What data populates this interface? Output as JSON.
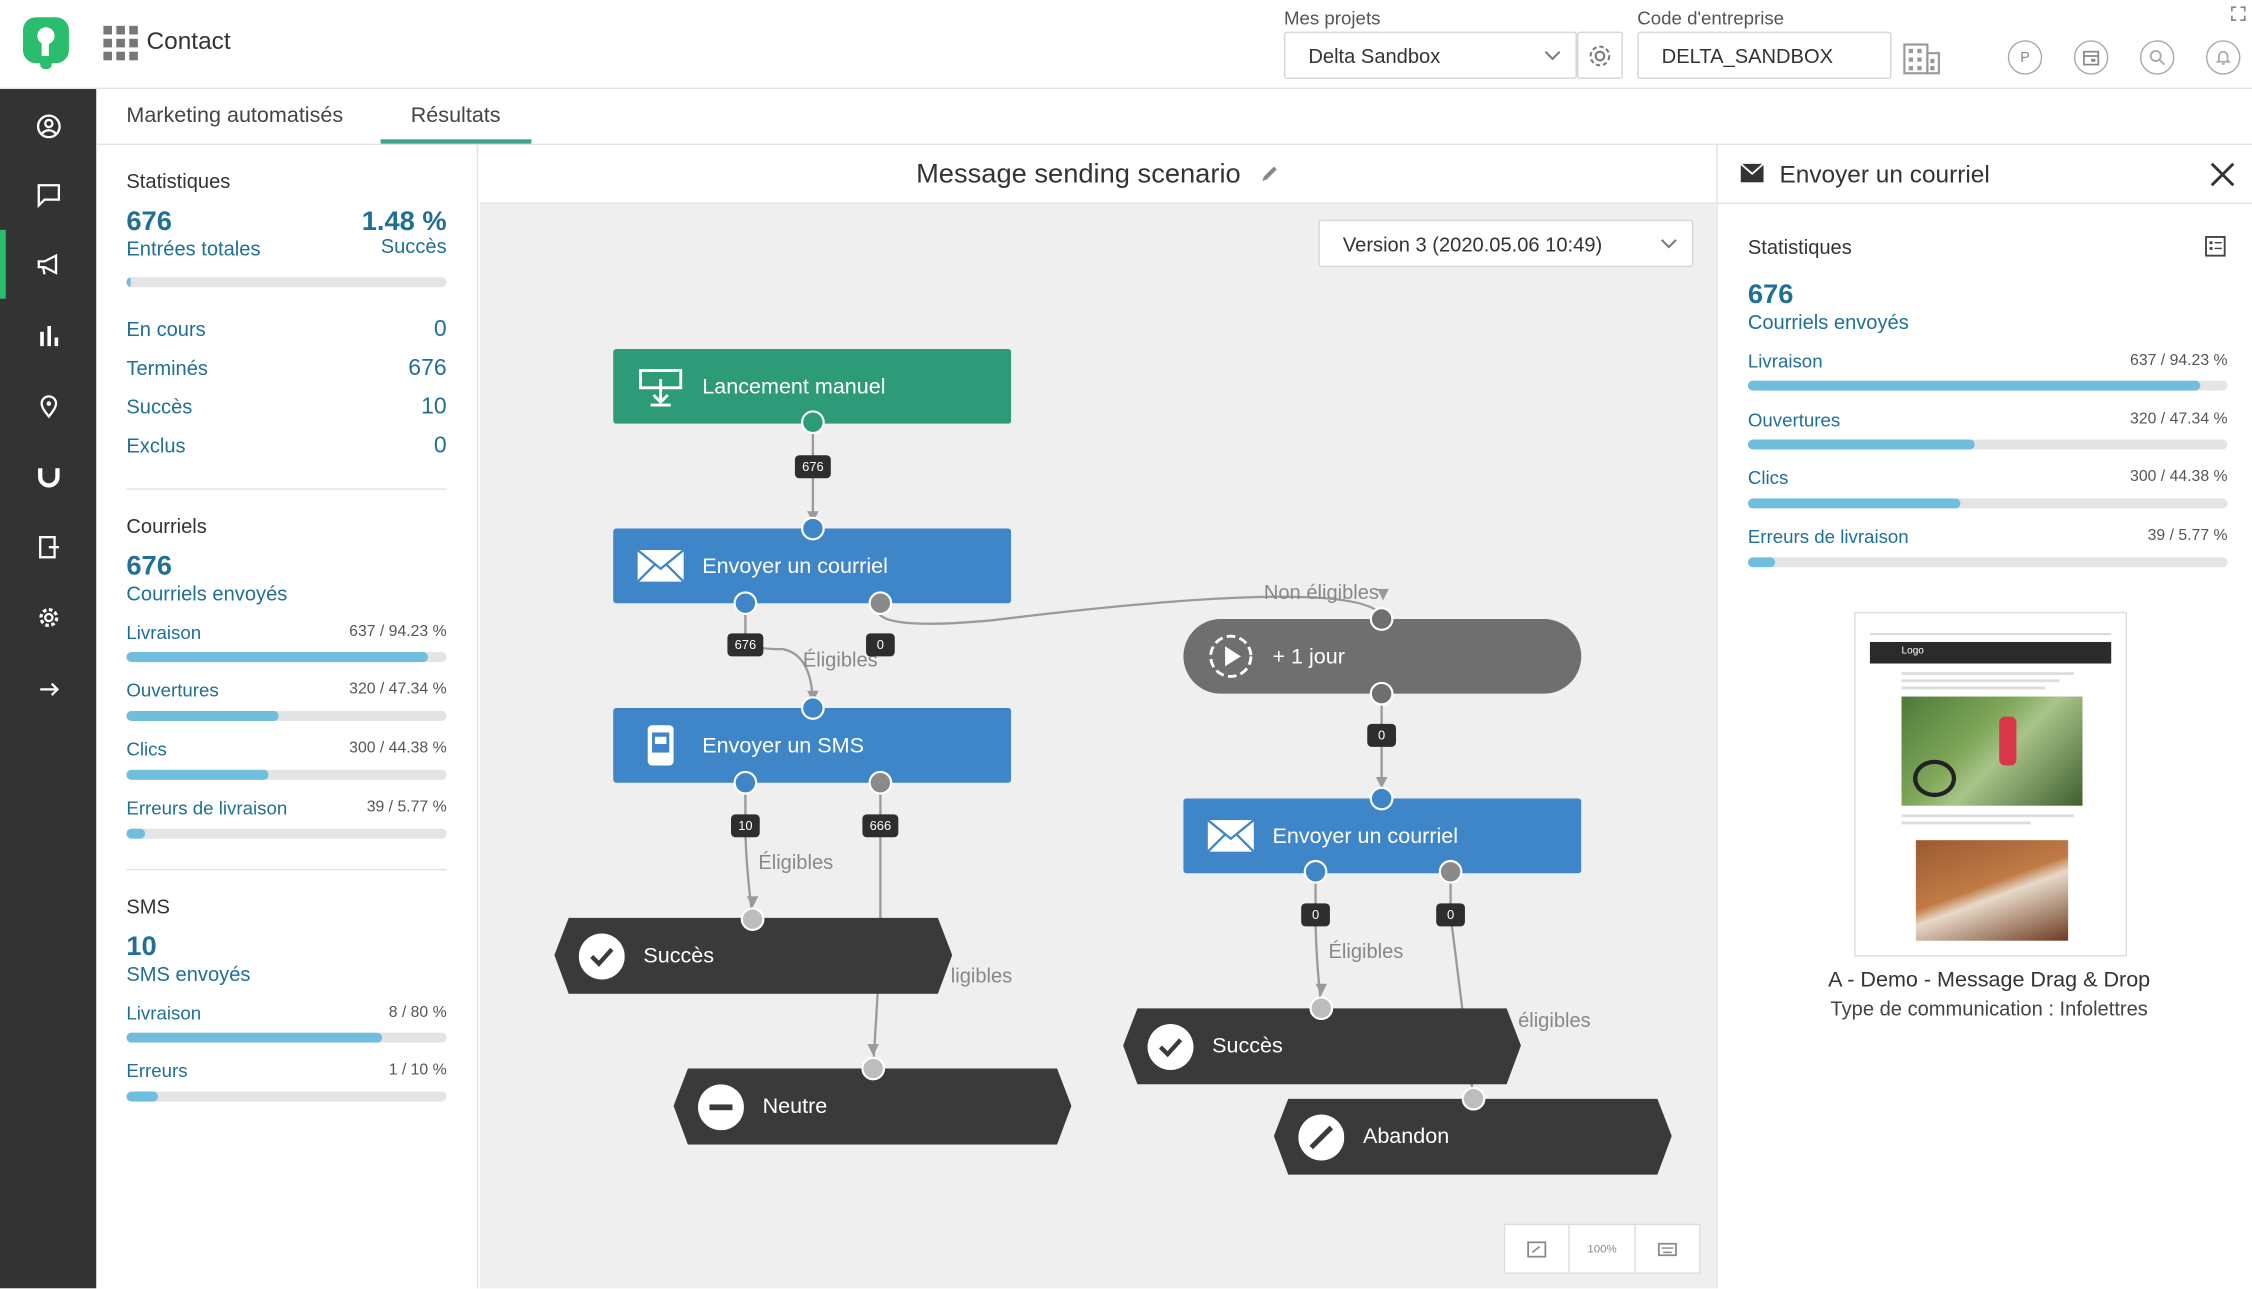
{
  "header": {
    "app_title": "Contact",
    "projects_label": "Mes projets",
    "project_value": "Delta Sandbox",
    "company_label": "Code d'entreprise",
    "company_value": "DELTA_SANDBOX",
    "profile_initial": "P"
  },
  "tabs": [
    {
      "label": "Marketing automatisés"
    },
    {
      "label": "Résultats"
    }
  ],
  "left": {
    "stats_title": "Statistiques",
    "total_entries": "676",
    "total_entries_label": "Entrées totales",
    "success_pct": "1.48 %",
    "success_label": "Succès",
    "success_fraction": 0.0148,
    "rows": [
      {
        "label": "En cours",
        "value": "0"
      },
      {
        "label": "Terminés",
        "value": "676"
      },
      {
        "label": "Succès",
        "value": "10"
      },
      {
        "label": "Exclus",
        "value": "0"
      }
    ],
    "emails_title": "Courriels",
    "emails_sent": "676",
    "emails_sent_label": "Courriels envoyés",
    "email_bars": [
      {
        "label": "Livraison",
        "value": "637 / 94.23 %",
        "fraction": 0.9423
      },
      {
        "label": "Ouvertures",
        "value": "320 / 47.34 %",
        "fraction": 0.4734
      },
      {
        "label": "Clics",
        "value": "300 / 44.38 %",
        "fraction": 0.4438
      },
      {
        "label": "Erreurs de livraison",
        "value": "39 / 5.77 %",
        "fraction": 0.0577
      }
    ],
    "sms_title": "SMS",
    "sms_sent": "10",
    "sms_sent_label": "SMS envoyés",
    "sms_bars": [
      {
        "label": "Livraison",
        "value": "8 / 80 %",
        "fraction": 0.8
      },
      {
        "label": "Erreurs",
        "value": "1 / 10 %",
        "fraction": 0.1
      }
    ]
  },
  "canvas": {
    "title": "Message sending scenario",
    "version": "Version 3 (2020.05.06 10:49)",
    "nodes": {
      "start": "Lancement manuel",
      "email1": "Envoyer un courriel",
      "sms": "Envoyer un SMS",
      "success1": "Succès",
      "neutral": "Neutre",
      "wait": "+ 1 jour",
      "email2": "Envoyer un courriel",
      "success2": "Succès",
      "abandon": "Abandon"
    },
    "badges": {
      "b1": "676",
      "b2": "676",
      "b3": "0",
      "b4": "10",
      "b5": "666",
      "b6": "0",
      "b7": "0",
      "b8": "0"
    },
    "edge_labels": {
      "e1": "Éligibles",
      "e2": "Non éligibles",
      "e3": "Éligibles",
      "e4": "ligibles",
      "e5": "Éligibles",
      "e6": "éligibles"
    },
    "zoom_label": "100%",
    "colors": {
      "green": "#2e9b78",
      "blue": "#3f86c9",
      "grey": "#6f6f6f",
      "dark": "#3a3a3a"
    }
  },
  "right": {
    "title": "Envoyer un courriel",
    "stats_title": "Statistiques",
    "sent": "676",
    "sent_label": "Courriels envoyés",
    "bars": [
      {
        "label": "Livraison",
        "value": "637 / 94.23 %",
        "fraction": 0.9423
      },
      {
        "label": "Ouvertures",
        "value": "320 / 47.34 %",
        "fraction": 0.4734
      },
      {
        "label": "Clics",
        "value": "300 / 44.38 %",
        "fraction": 0.4438
      },
      {
        "label": "Erreurs de livraison",
        "value": "39 / 5.77 %",
        "fraction": 0.0577
      }
    ],
    "thumb_logo": "Logo",
    "template_name": "A - Demo - Message Drag & Drop",
    "template_type": "Type de communication : Infolettres"
  }
}
